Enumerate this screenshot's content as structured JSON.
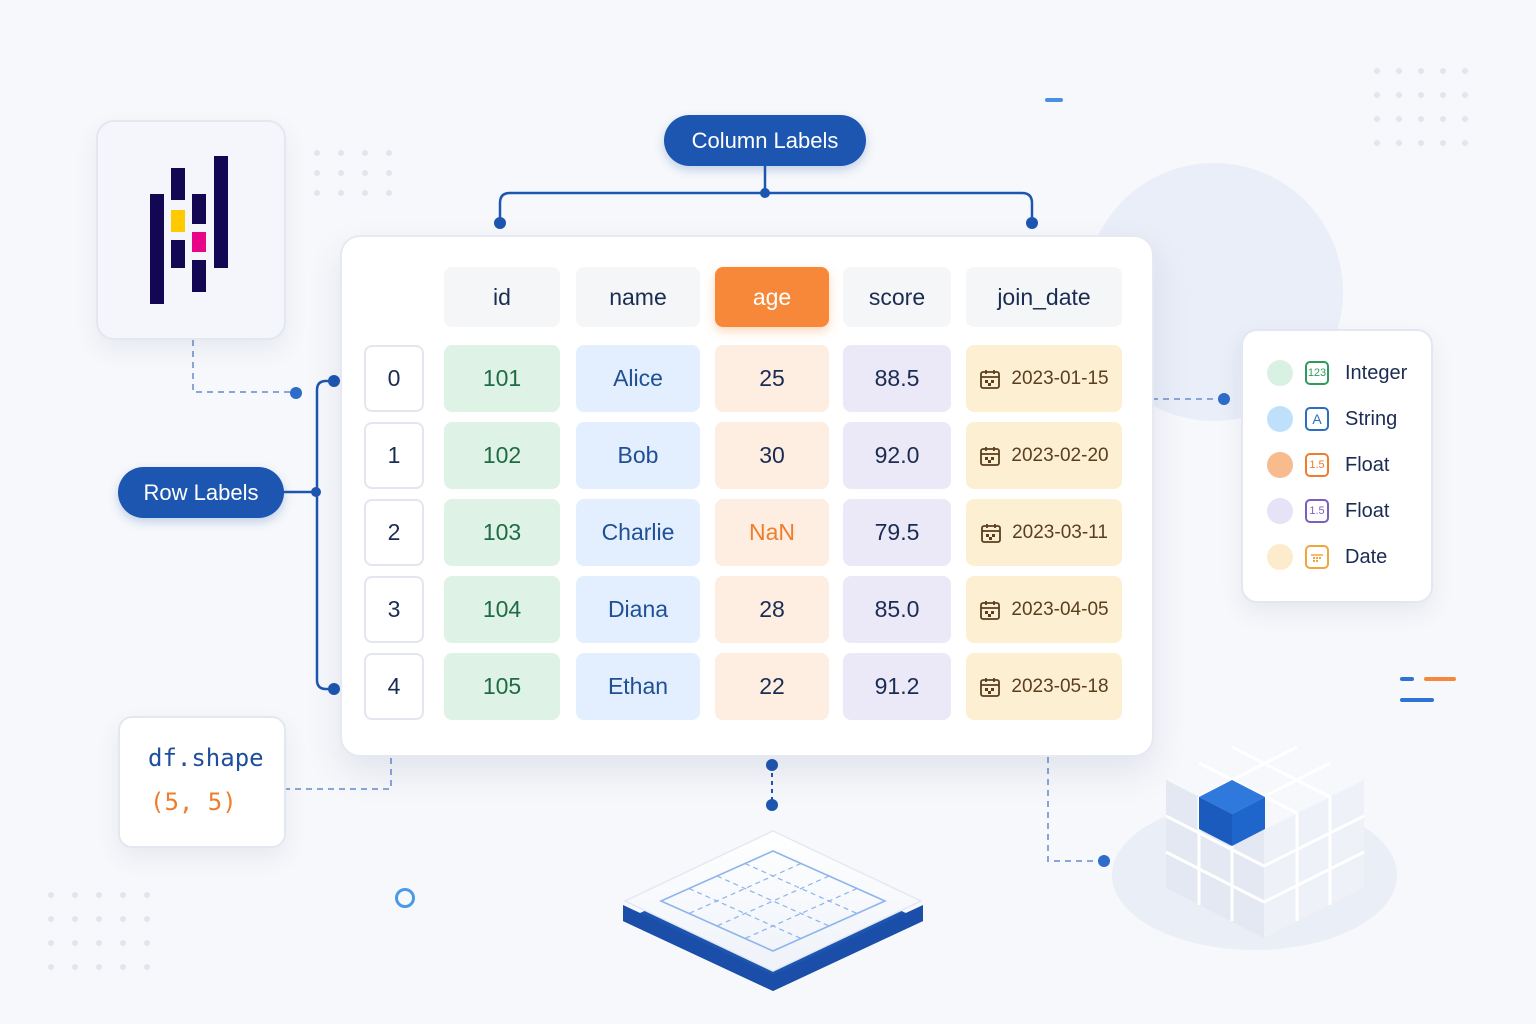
{
  "callouts": {
    "column_labels": "Column Labels",
    "row_labels": "Row Labels"
  },
  "table": {
    "headers": [
      "id",
      "name",
      "age",
      "score",
      "join_date"
    ],
    "highlighted_header": "age",
    "rows": [
      {
        "index": "0",
        "id": "101",
        "name": "Alice",
        "age": "25",
        "score": "88.5",
        "join_date": "2023-01-15"
      },
      {
        "index": "1",
        "id": "102",
        "name": "Bob",
        "age": "30",
        "score": "92.0",
        "join_date": "2023-02-20"
      },
      {
        "index": "2",
        "id": "103",
        "name": "Charlie",
        "age": "NaN",
        "score": "79.5",
        "join_date": "2023-03-11"
      },
      {
        "index": "3",
        "id": "104",
        "name": "Diana",
        "age": "28",
        "score": "85.0",
        "join_date": "2023-04-05"
      },
      {
        "index": "4",
        "id": "105",
        "name": "Ethan",
        "age": "22",
        "score": "91.2",
        "join_date": "2023-05-18"
      }
    ]
  },
  "legend": {
    "items": [
      {
        "label": "Integer",
        "icon_text": "123",
        "icon": "integer-icon",
        "dot_color": "#d9f1e3",
        "icon_color": "#2e9a5e"
      },
      {
        "label": "String",
        "icon_text": "A",
        "icon": "string-icon",
        "dot_color": "#bfe0fb",
        "icon_color": "#2a6fc4"
      },
      {
        "label": "Float",
        "icon_text": "1.5",
        "icon": "float-icon",
        "dot_color": "#f8bb8e",
        "icon_color": "#ef7d2e"
      },
      {
        "label": "Float",
        "icon_text": "1.5",
        "icon": "float-icon",
        "dot_color": "#e7e3f6",
        "icon_color": "#7a5ec4"
      },
      {
        "label": "Date",
        "icon_text": "",
        "icon": "calendar-icon",
        "dot_color": "#fdeccc",
        "icon_color": "#f0a63a"
      }
    ]
  },
  "shape": {
    "code": "df.shape",
    "value": "(5, 5)"
  },
  "colors": {
    "accent_blue": "#1d56b0",
    "accent_orange": "#f7883a"
  }
}
